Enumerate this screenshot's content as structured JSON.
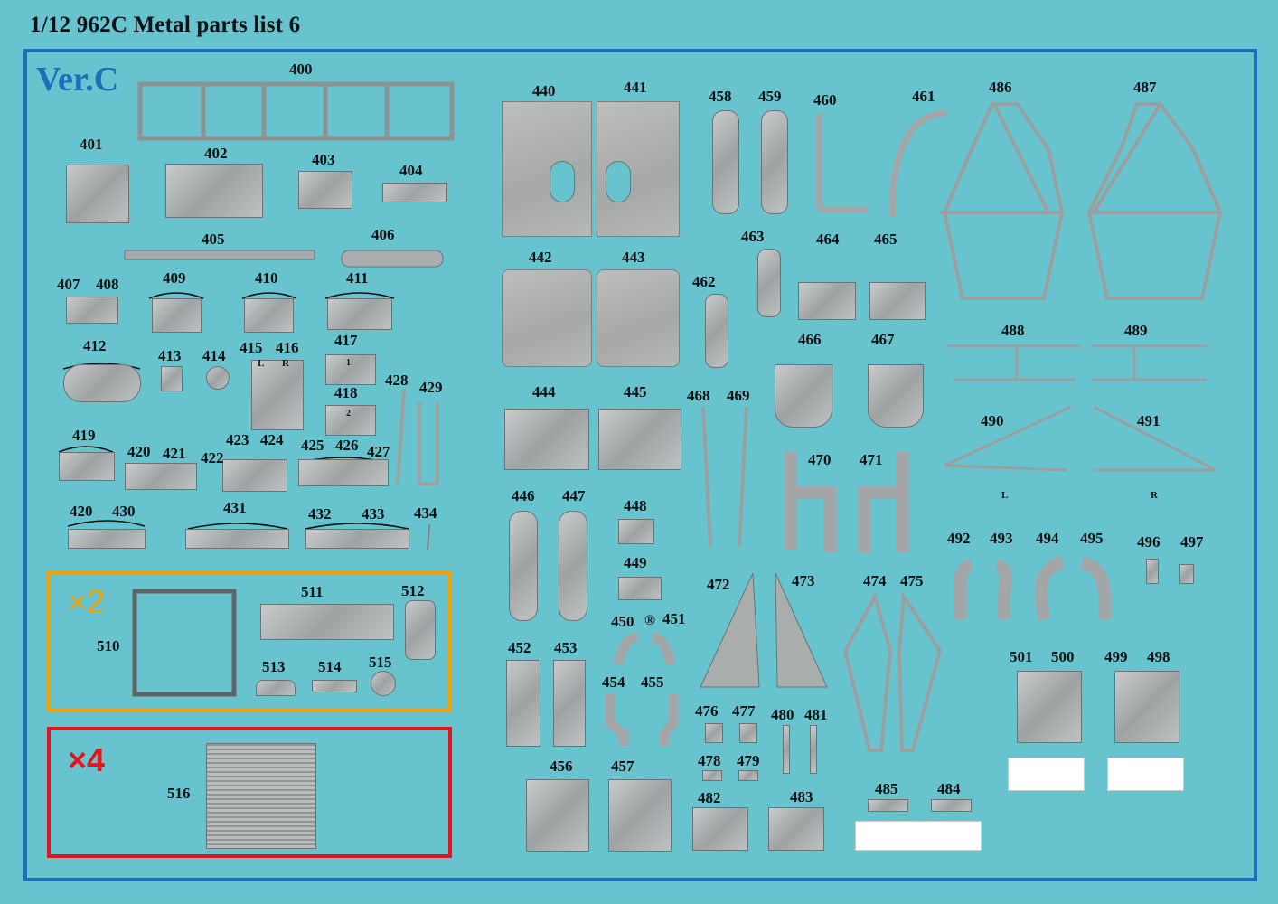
{
  "title": "1/12 962C Metal parts list 6",
  "version": "Ver.C",
  "multipliers": {
    "orange": "×2",
    "red": "×4"
  },
  "colors": {
    "background": "#67c4cf",
    "frame": "#1a6fb8",
    "orange_box": "#f2a100",
    "red_box": "#e0151e",
    "metal": "#a8acac"
  },
  "labels": {
    "p400": "400",
    "p401": "401",
    "p402": "402",
    "p403": "403",
    "p404": "404",
    "p405": "405",
    "p406": "406",
    "p407": "407",
    "p408": "408",
    "p409": "409",
    "p410": "410",
    "p411": "411",
    "p412": "412",
    "p413": "413",
    "p414": "414",
    "p415": "415",
    "p416": "416",
    "p417": "417",
    "p418": "418",
    "p419": "419",
    "p420a": "420",
    "p421": "421",
    "p422": "422",
    "p423": "423",
    "p424": "424",
    "p425": "425",
    "p426": "426",
    "p427": "427",
    "p428": "428",
    "p429": "429",
    "p420b": "420",
    "p430": "430",
    "p431": "431",
    "p432": "432",
    "p433": "433",
    "p434": "434",
    "p510": "510",
    "p511": "511",
    "p512": "512",
    "p513": "513",
    "p514": "514",
    "p515": "515",
    "p516": "516",
    "p440": "440",
    "p441": "441",
    "p442": "442",
    "p443": "443",
    "p444": "444",
    "p445": "445",
    "p446": "446",
    "p447": "447",
    "p448": "448",
    "p449": "449",
    "p450": "450",
    "p451": "451",
    "p452": "452",
    "p453": "453",
    "p454": "454",
    "p455": "455",
    "p456": "456",
    "p457": "457",
    "p458": "458",
    "p459": "459",
    "p460": "460",
    "p461": "461",
    "p462": "462",
    "p463": "463",
    "p464": "464",
    "p465": "465",
    "p466": "466",
    "p467": "467",
    "p468": "468",
    "p469": "469",
    "p470": "470",
    "p471": "471",
    "p472": "472",
    "p473": "473",
    "p474": "474",
    "p475": "475",
    "p476": "476",
    "p477": "477",
    "p478": "478",
    "p479": "479",
    "p480": "480",
    "p481": "481",
    "p482": "482",
    "p483": "483",
    "p484": "484",
    "p485": "485",
    "p486": "486",
    "p487": "487",
    "p488": "488",
    "p489": "489",
    "p490": "490",
    "p491": "491",
    "p492": "492",
    "p493": "493",
    "p494": "494",
    "p495": "495",
    "p496": "496",
    "p497": "497",
    "p498": "498",
    "p499": "499",
    "p500": "500",
    "p501": "501"
  },
  "mark_L": "L",
  "mark_R": "R",
  "mark_1": "1",
  "mark_2": "2",
  "mark_reg": "®"
}
